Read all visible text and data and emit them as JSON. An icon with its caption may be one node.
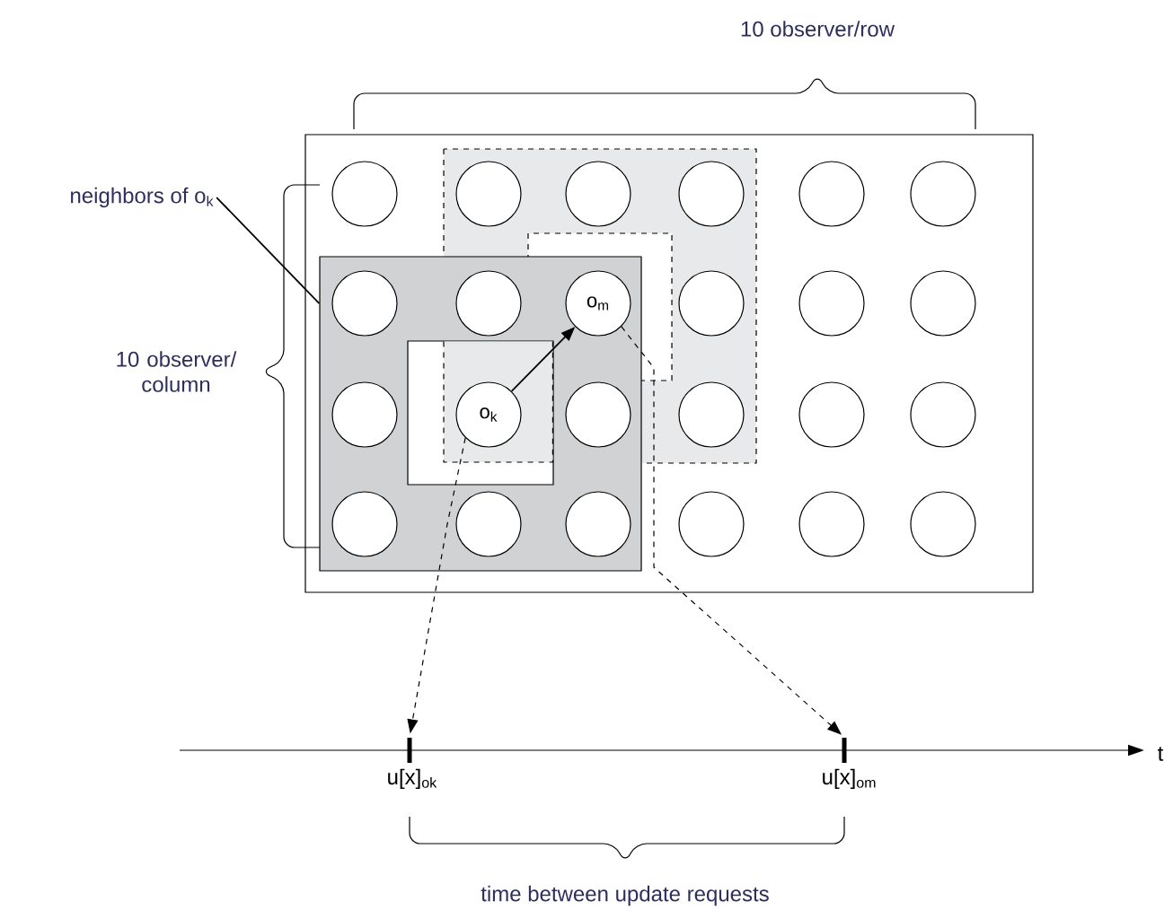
{
  "diagram": {
    "nodes": [
      {
        "text": [],
        "shape": "box"
      },
      {
        "text": [],
        "shape": "box",
        "in": 0
      },
      {
        "text": [],
        "shape": "box",
        "in": 1
      },
      {
        "text": [],
        "shape": "circle",
        "in": 0
      },
      {
        "text": [],
        "shape": "circle",
        "in": 0
      },
      {
        "text": [],
        "shape": "circle",
        "in": 0
      },
      {
        "text": [],
        "shape": "circle",
        "in": 0
      },
      {
        "text": [],
        "shape": "circle",
        "in": 0
      },
      {
        "text": [],
        "shape": "circle",
        "in": 0
      },
      {
        "text": [],
        "shape": "circle",
        "in": 1
      },
      {
        "text": [],
        "shape": "circle",
        "in": 1
      },
      {
        "text": [
          "o$_{m}$"
        ],
        "in": 1
      },
      {
        "text": [],
        "shape": "circle",
        "in": 0
      },
      {
        "text": [],
        "shape": "circle",
        "in": 0
      },
      {
        "text": [],
        "shape": "circle",
        "in": 0
      },
      {
        "text": [],
        "shape": "circle",
        "in": 1
      },
      {
        "text": [
          "o$_{k}$"
        ],
        "in": 2
      },
      {
        "text": [],
        "shape": "circle",
        "in": 1
      },
      {
        "text": [],
        "shape": "circle",
        "in": 0
      },
      {
        "text": [],
        "shape": "circle",
        "in": 0
      },
      {
        "text": [],
        "shape": "circle",
        "in": 0
      },
      {
        "text": [],
        "shape": "circle",
        "in": 1
      },
      {
        "text": [],
        "shape": "circle",
        "in": 1
      },
      {
        "text": [],
        "shape": "circle",
        "in": 1
      },
      {
        "text": [],
        "shape": "circle",
        "in": 0
      },
      {
        "text": [],
        "shape": "circle",
        "in": 0
      },
      {
        "text": [],
        "shape": "circle",
        "in": 0
      },
      {
        "text": [
          "neighbors of o$_{k}$"
        ]
      },
      {
        "text": [],
        "shape": "bar",
        "beside": [
          "u[x]$_{ok}$"
        ]
      },
      {
        "text": [],
        "shape": "bar",
        "beside": [
          "u[x]$_{om}$"
        ]
      }
    ],
    "edges": [
      {
        "from": 16,
        "to": 11,
        "arrow": "to"
      },
      {
        "from": 16,
        "to": 28,
        "arrow": "to",
        "style": "dashed"
      },
      {
        "from": 11,
        "to": 29,
        "arrow": "to",
        "style": "dashed"
      },
      {
        "from": 27,
        "to": 1,
        "arrow": "none"
      }
    ],
    "labels": [
      "10 observer/row",
      "10 observer/ column",
      "t",
      "time between update requests"
    ]
  }
}
